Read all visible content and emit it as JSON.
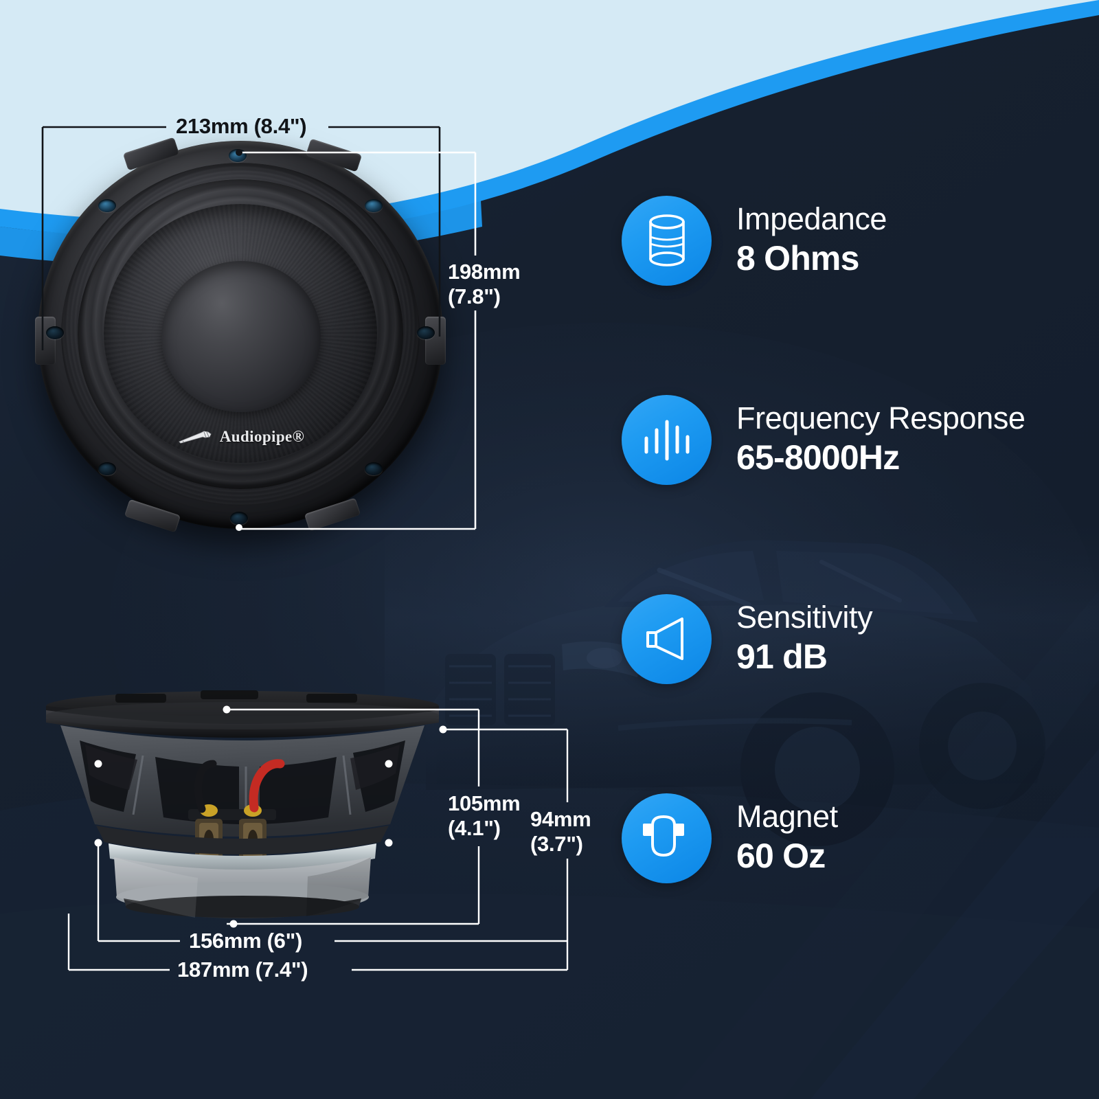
{
  "product": {
    "brand": "Audiopipe®",
    "brand_mark": "pipe-logo-icon"
  },
  "theme": {
    "light_panel": "#d5eaf5",
    "accent_blue": "#1e9bf2",
    "dark_navy": "#172235",
    "dim_dark_text": "#111418",
    "dim_light_text": "#ffffff"
  },
  "dimensions": {
    "front": [
      {
        "id": "overall-width",
        "label": "213mm (8.4\")",
        "style": "dark"
      },
      {
        "id": "cutout-depth",
        "label_line1": "198mm",
        "label_line2": "(7.8\")",
        "style": "light"
      }
    ],
    "side": [
      {
        "id": "overall-height",
        "label_line1": "105mm",
        "label_line2": "(4.1\")",
        "style": "light"
      },
      {
        "id": "mount-depth",
        "label_line1": "94mm",
        "label_line2": "(3.7\")",
        "style": "light"
      },
      {
        "id": "magnet-width",
        "label": "156mm (6\")",
        "style": "light"
      },
      {
        "id": "basket-width",
        "label": "187mm (7.4\")",
        "style": "light"
      }
    ]
  },
  "specs": [
    {
      "icon": "voice-coil-cylinder-icon",
      "name": "Impedance",
      "value": "8 Ohms"
    },
    {
      "icon": "waveform-bars-icon",
      "name": "Frequency Response",
      "value": "65-8000Hz"
    },
    {
      "icon": "horn-speaker-icon",
      "name": "Sensitivity",
      "value": "91 dB"
    },
    {
      "icon": "horseshoe-magnet-icon",
      "name": "Magnet",
      "value": "60 Oz"
    }
  ]
}
